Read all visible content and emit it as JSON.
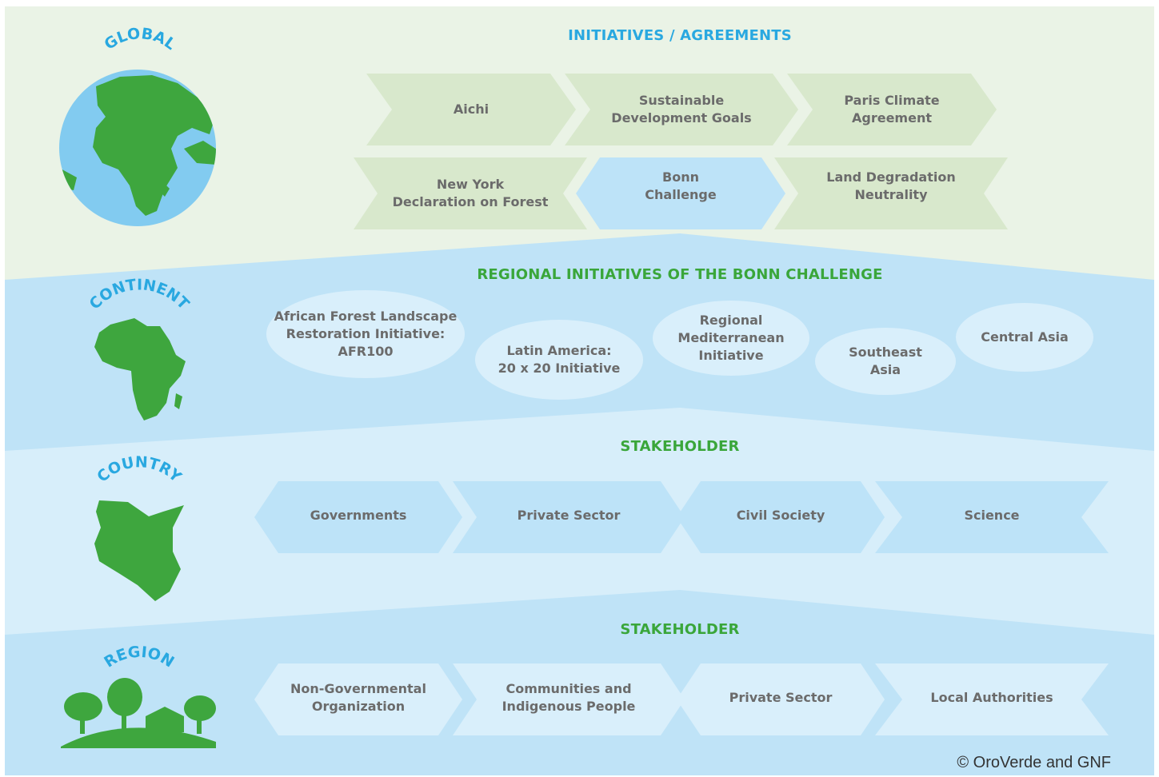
{
  "colors": {
    "global_band": "#eaf3e6",
    "continent_band": "#bfe3f7",
    "country_band": "#d7eefa",
    "region_band": "#bfe3f7",
    "green_shape": "#d8e8cc",
    "blue_shape": "#bde3f8",
    "light_shape": "#d9effb",
    "green_text": "#3aa63a",
    "blue_text": "#29a8e0",
    "icon_green": "#3ea63e",
    "ocean": "#82cbf0"
  },
  "levels": {
    "global": "GLOBAL",
    "continent": "CONTINENT",
    "country": "COUNTRY",
    "region": "REGION"
  },
  "headings": {
    "initiatives": "INITIATIVES / AGREEMENTS",
    "regional": "REGIONAL INITIATIVES OF THE BONN CHALLENGE",
    "stakeholder_country": "STAKEHOLDER",
    "stakeholder_region": "STAKEHOLDER"
  },
  "initiatives": {
    "row1": [
      "Aichi",
      "Sustainable\nDevelopment Goals",
      "Paris Climate\nAgreement"
    ],
    "row2": [
      "New York\nDeclaration on Forest",
      "Bonn\nChallenge",
      "Land Degradation\nNeutrality"
    ]
  },
  "regional_initiatives": [
    "African Forest Landscape\nRestoration Initiative:\nAFR100",
    "Latin America:\n20 x 20 Initiative",
    "Regional\nMediterranean\nInitiative",
    "Southeast\nAsia",
    "Central Asia"
  ],
  "country_stakeholders": [
    "Governments",
    "Private Sector",
    "Civil Society",
    "Science"
  ],
  "region_stakeholders": [
    "Non-Governmental\nOrganization",
    "Communities and\nIndigenous People",
    "Private Sector",
    "Local Authorities"
  ],
  "icons": {
    "global": "globe-icon",
    "continent": "africa-map-icon",
    "country": "kenya-map-icon",
    "region": "landscape-trees-house-icon"
  },
  "copyright": "© OroVerde and GNF"
}
